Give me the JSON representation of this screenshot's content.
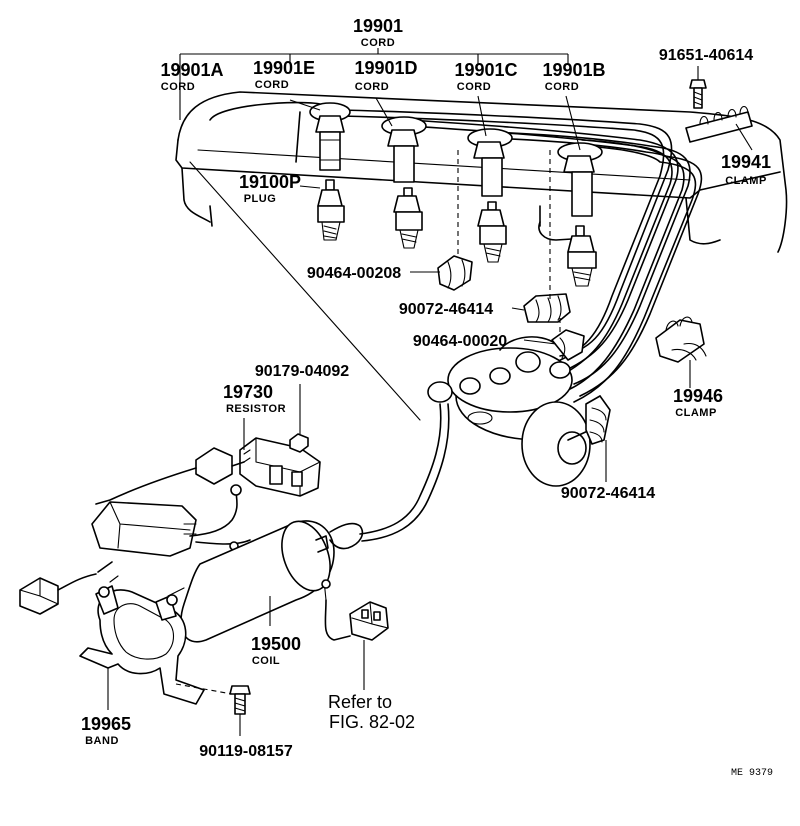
{
  "labels": {
    "cord_main": {
      "num": "19901",
      "name": "CORD"
    },
    "cord_a": {
      "num": "19901A",
      "name": "CORD"
    },
    "cord_e": {
      "num": "19901E",
      "name": "CORD"
    },
    "cord_d": {
      "num": "19901D",
      "name": "CORD"
    },
    "cord_c": {
      "num": "19901C",
      "name": "CORD"
    },
    "cord_b": {
      "num": "19901B",
      "name": "CORD"
    },
    "bolt_top": {
      "num": "91651-40614"
    },
    "clamp_top": {
      "num": "19941",
      "name": "CLAMP"
    },
    "plug": {
      "num": "19100P",
      "name": "PLUG"
    },
    "clip_208": {
      "num": "90464-00208"
    },
    "clip_46414_a": {
      "num": "90072-46414"
    },
    "clip_020": {
      "num": "90464-00020"
    },
    "clamp_right": {
      "num": "19946",
      "name": "CLAMP"
    },
    "clip_46414_b": {
      "num": "90072-46414"
    },
    "nut": {
      "num": "90179-04092"
    },
    "resistor": {
      "num": "19730",
      "name": "RESISTOR"
    },
    "coil": {
      "num": "19500",
      "name": "COIL"
    },
    "band": {
      "num": "19965",
      "name": "BAND"
    },
    "bolt_bottom": {
      "num": "90119-08157"
    }
  },
  "reference": {
    "line1": "Refer to",
    "line2": "FIG. 82-02"
  },
  "figure_code": "ME 9379"
}
